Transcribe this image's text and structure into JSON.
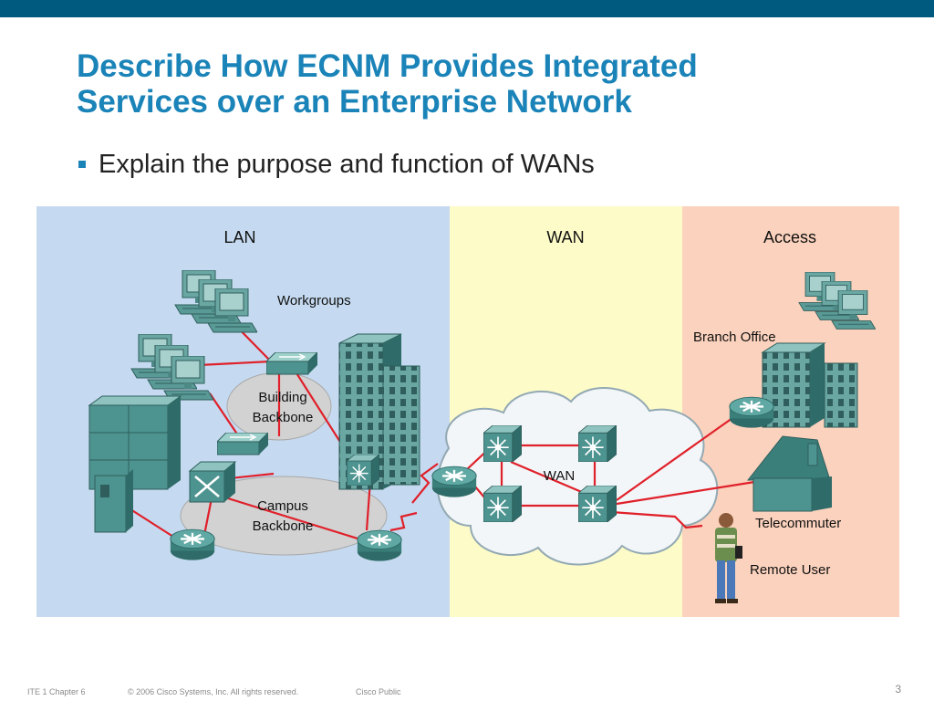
{
  "slide": {
    "title_line1": "Describe How ECNM Provides Integrated",
    "title_line2": "Services over an Enterprise Network",
    "bullet": "Explain the purpose and function of WANs"
  },
  "diagram": {
    "zones": {
      "lan": "LAN",
      "wan": "WAN",
      "access": "Access"
    },
    "labels": {
      "workgroups": "Workgroups",
      "building_backbone_1": "Building",
      "building_backbone_2": "Backbone",
      "campus_backbone_1": "Campus",
      "campus_backbone_2": "Backbone",
      "wan_cloud": "WAN",
      "branch_office": "Branch Office",
      "telecommuter": "Telecommuter",
      "remote_user": "Remote User"
    },
    "colors": {
      "lan": "#c5daf0",
      "wan": "#fdfbc8",
      "access": "#fbd2bd",
      "links": "#e0202a",
      "device": "#4d9490"
    }
  },
  "footer": {
    "course": "ITE 1 Chapter 6",
    "copyright": "© 2006 Cisco Systems, Inc. All rights reserved.",
    "classification": "Cisco Public",
    "page": "3"
  }
}
